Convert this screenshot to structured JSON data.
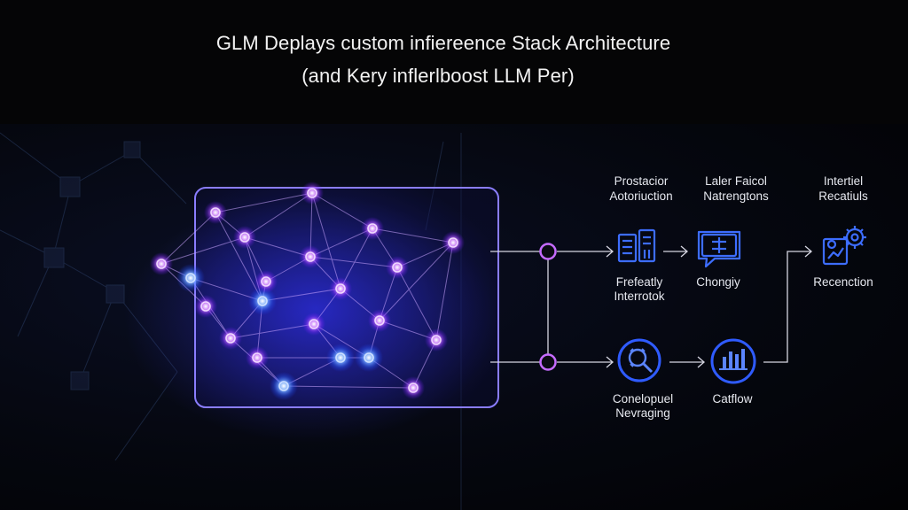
{
  "title": {
    "line1": "GLM Deplays custom infiereence Stack Architecture",
    "line2": "(and Kery inflerlboost LLM Per)"
  },
  "labels": {
    "top_col1_a": "Prostacior",
    "top_col1_b": "Aotoriuction",
    "top_col2_a": "Laler Faicol",
    "top_col2_b": "Natrengtons",
    "top_col3_a": "Intertiel",
    "top_col3_b": "Recatiuls",
    "mid_col1_a": "Frefeatly",
    "mid_col1_b": "Interrotok",
    "mid_col2": "Chongiy",
    "mid_col3": "Recenction",
    "bot_col1_a": "Conelopuel",
    "bot_col1_b": "Nevraging",
    "bot_col2": "Catflow"
  },
  "icons": {
    "server": "server-rack-icon",
    "chat": "chat-settings-icon",
    "gears": "gears-analytics-icon",
    "search": "search-gear-icon",
    "chart": "bar-chart-icon",
    "network": "neural-network-icon"
  },
  "colors": {
    "node_glow": "#c06bff",
    "node_blue": "#4a7dff",
    "panel_border": "#7a6cff",
    "line": "#d8d8e4",
    "icon_blue": "#3e6bff"
  }
}
